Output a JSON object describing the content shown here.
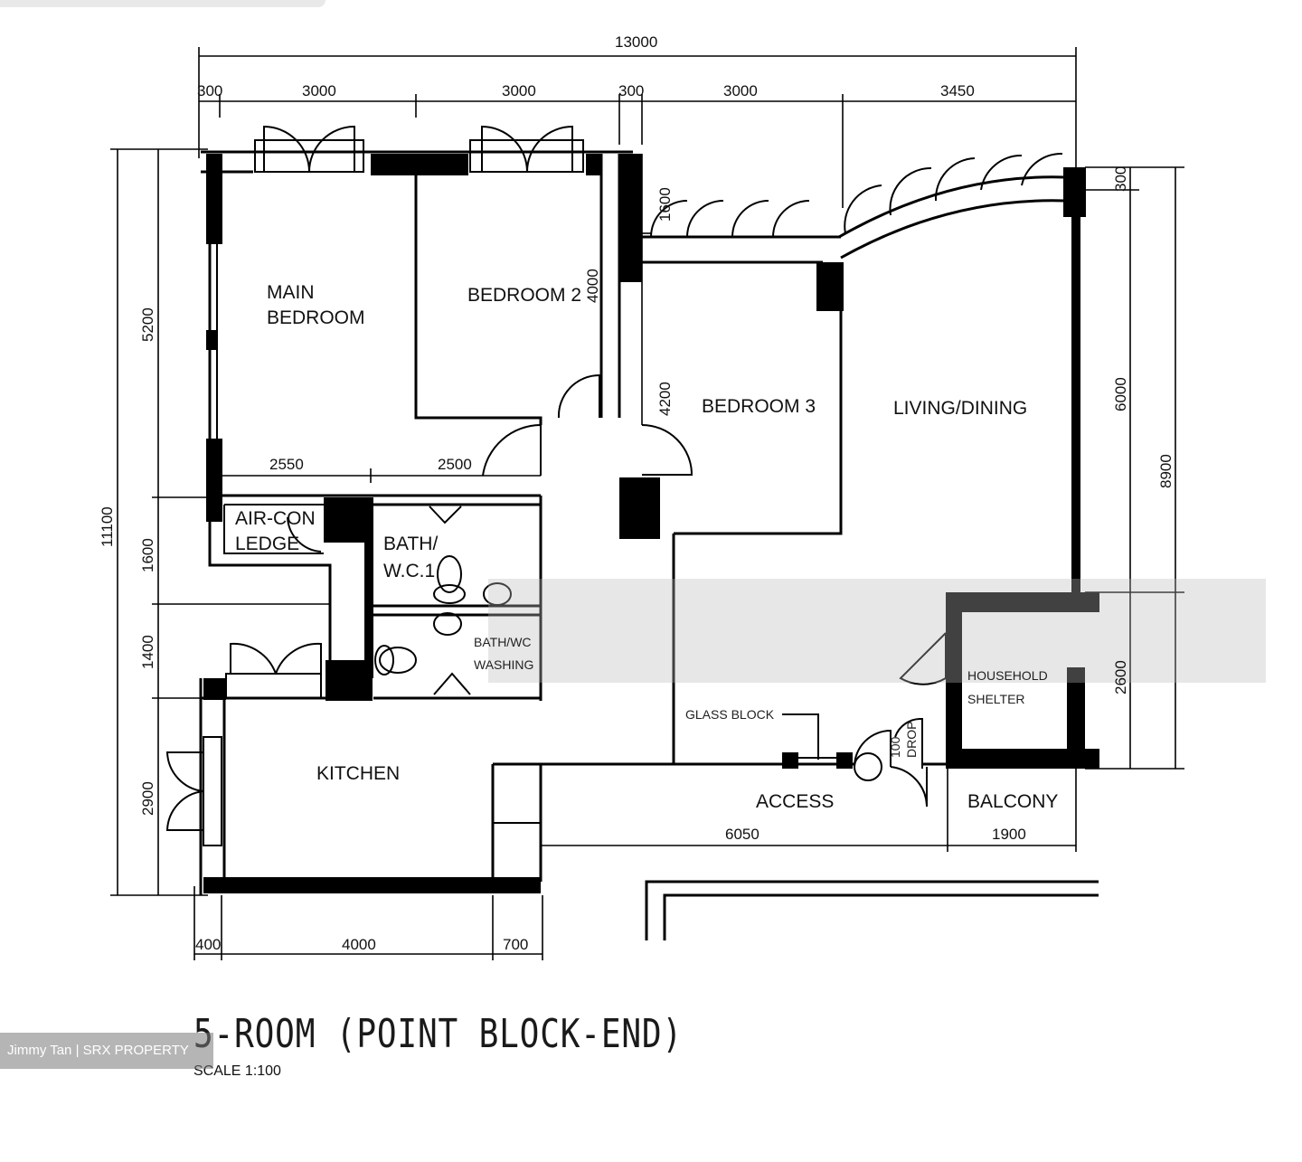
{
  "title": "5-ROOM (POINT BLOCK-END)",
  "scale": "SCALE   1:100",
  "watermark": "Jimmy Tan | SRX PROPERTY",
  "rooms": {
    "main_bedroom_1": "MAIN",
    "main_bedroom_2": "BEDROOM",
    "bedroom2": "BEDROOM  2",
    "bedroom3": "BEDROOM  3",
    "living": "LIVING/DINING",
    "aircon_1": "AIR-CON",
    "aircon_2": "LEDGE",
    "bath_1": "BATH/",
    "bath_2": "W.C.1",
    "bath2_1": "BATH/WC",
    "bath2_2": "WASHING",
    "kitchen": "KITCHEN",
    "hs_1": "HOUSEHOLD",
    "hs_2": "SHELTER",
    "access": "ACCESS",
    "balcony": "BALCONY",
    "glass_block": "GLASS BLOCK",
    "refuse_1": "100",
    "refuse_2": "DROP"
  },
  "dimensions": {
    "top_total": "13000",
    "top_300a": "300",
    "top_3000a": "3000",
    "top_3000b": "3000",
    "top_300b": "300",
    "top_3000c": "3000",
    "top_3450": "3450",
    "left_11100": "11100",
    "left_5200": "5200",
    "left_1600": "1600",
    "left_1400": "1400",
    "left_2900": "2900",
    "in_1600": "1600",
    "in_4000": "4000",
    "in_4200": "4200",
    "in_2550": "2550",
    "in_2500": "2500",
    "right_300": "300",
    "right_6000": "6000",
    "right_8900": "8900",
    "right_2600": "2600",
    "bottom_400": "400",
    "bottom_4000": "4000",
    "bottom_700": "700",
    "bottom_6050": "6050",
    "bottom_1900": "1900"
  }
}
